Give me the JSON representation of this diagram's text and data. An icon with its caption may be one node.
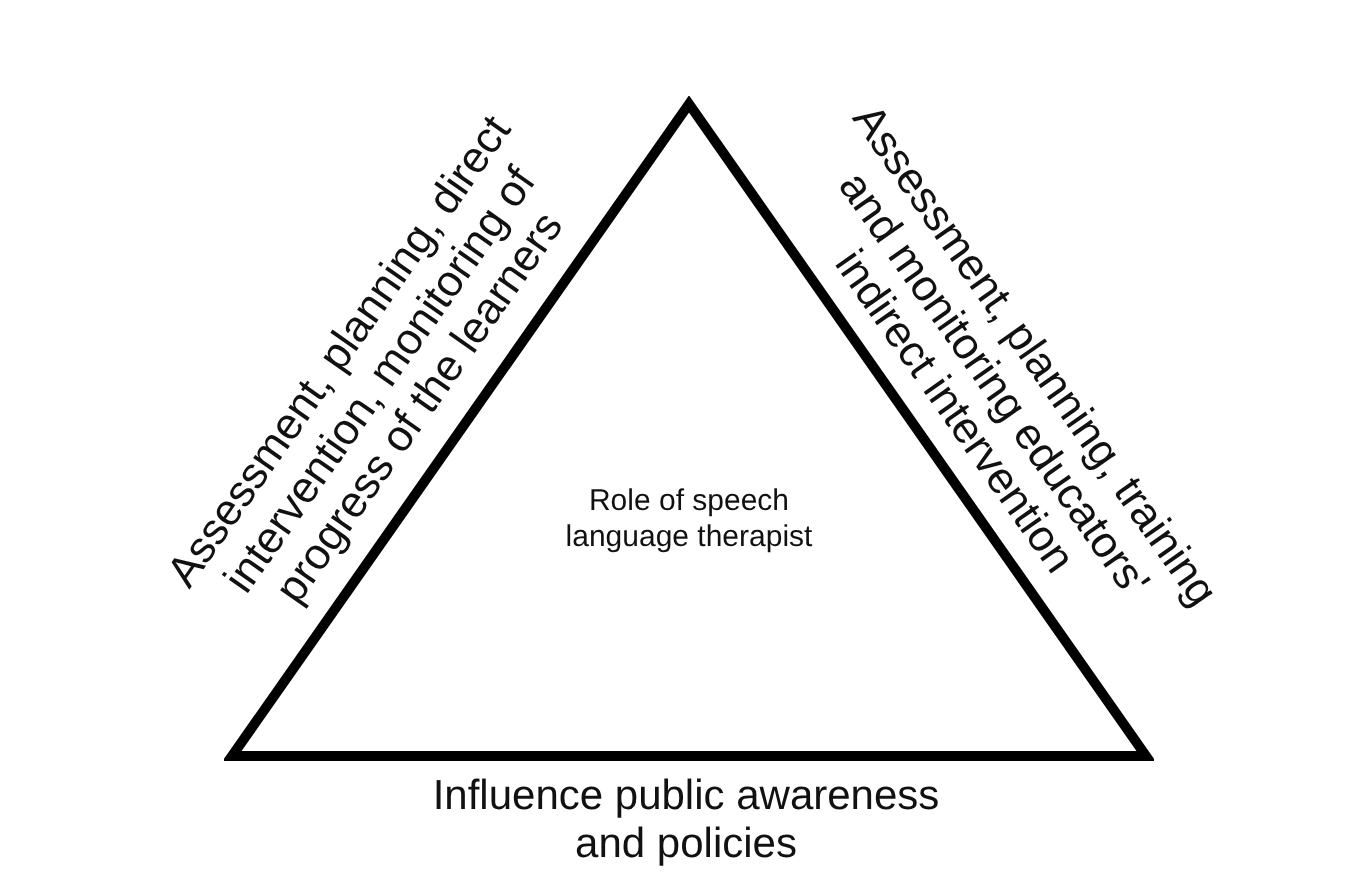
{
  "diagram": {
    "nodes": [
      {
        "text": [
          "Role of speech language therapist"
        ]
      }
    ],
    "labels": [
      "Assessment, planning, direct intervention, monitoring of progress of the learners",
      "Assessment, planning, training and monitoring educators' indirect intervention",
      "Influence public awareness and policies"
    ]
  }
}
